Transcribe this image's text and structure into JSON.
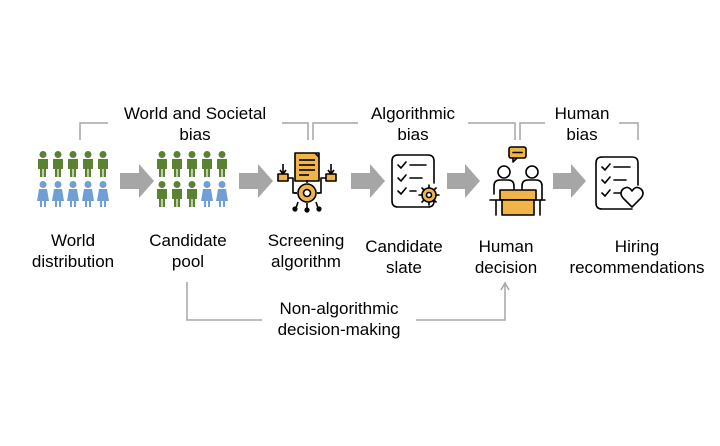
{
  "colors": {
    "green": "#5b8233",
    "blue": "#6f9fd4",
    "arrow": "#a6a6a6",
    "bracket": "#a6a6a6",
    "accent": "#f0b448",
    "line": "#000000"
  },
  "bias_labels": [
    {
      "line1": "World and Societal",
      "line2": "bias"
    },
    {
      "line1": "Algorithmic",
      "line2": "bias"
    },
    {
      "line1": "Human",
      "line2": "bias"
    }
  ],
  "stages": [
    {
      "line1": "World",
      "line2": "distribution",
      "icon": "people-mixed-icon"
    },
    {
      "line1": "Candidate",
      "line2": "pool",
      "icon": "people-mostly-green-icon"
    },
    {
      "line1": "Screening",
      "line2": "algorithm",
      "icon": "algorithm-gear-document-icon"
    },
    {
      "line1": "Candidate",
      "line2": "slate",
      "icon": "checklist-gear-icon"
    },
    {
      "line1": "Human",
      "line2": "decision",
      "icon": "interview-desk-icon"
    },
    {
      "line1": "Hiring",
      "line2": "recommendations",
      "icon": "checklist-heart-icon"
    }
  ],
  "bypass": {
    "line1": "Non-algorithmic",
    "line2": "decision-making"
  }
}
